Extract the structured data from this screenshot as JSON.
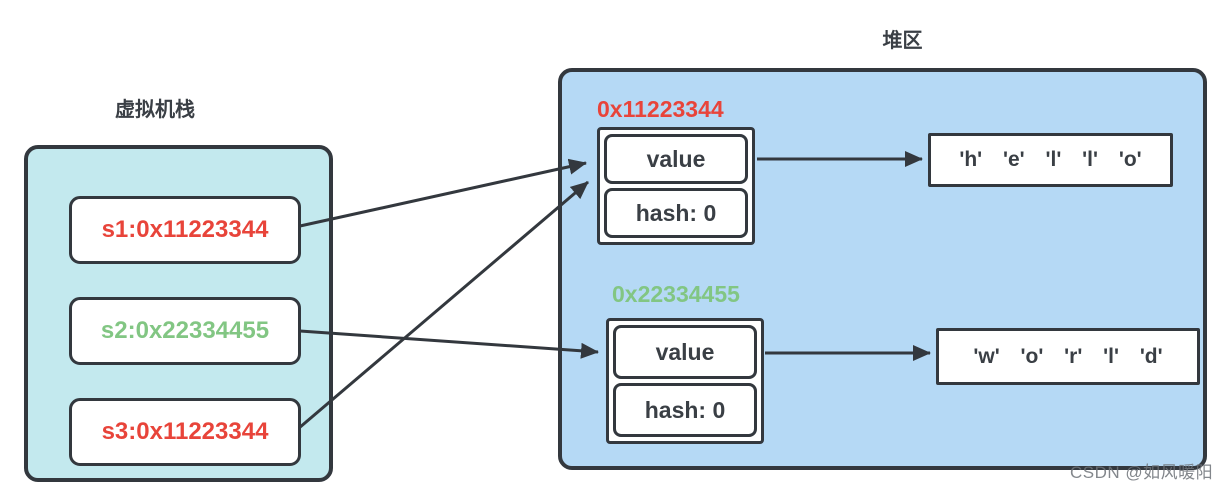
{
  "stack": {
    "title": "虚拟机栈",
    "items": [
      {
        "label": "s1:0x11223344",
        "color": "#e8443a"
      },
      {
        "label": "s2:0x22334455",
        "color": "#82c683"
      },
      {
        "label": "s3:0x11223344",
        "color": "#e8443a"
      }
    ]
  },
  "heap": {
    "title": "堆区",
    "objects": [
      {
        "address": "0x11223344",
        "address_color": "#e8443a",
        "value_label": "value",
        "hash_label": "hash: 0",
        "chars": "'h' 'e' 'l' 'l' 'o'"
      },
      {
        "address": "0x22334455",
        "address_color": "#82c683",
        "value_label": "value",
        "hash_label": "hash: 0",
        "chars": "'w' 'o' 'r' 'l' 'd'"
      }
    ]
  },
  "watermark": "CSDN @如风暖阳",
  "colors": {
    "red": "#e8443a",
    "green": "#82c683",
    "stack-fill": "#c3e9ee",
    "heap-fill": "#b5d9f5",
    "line": "#33383e",
    "text-dark": "#3a3f45",
    "watermark": "#6e7378"
  }
}
